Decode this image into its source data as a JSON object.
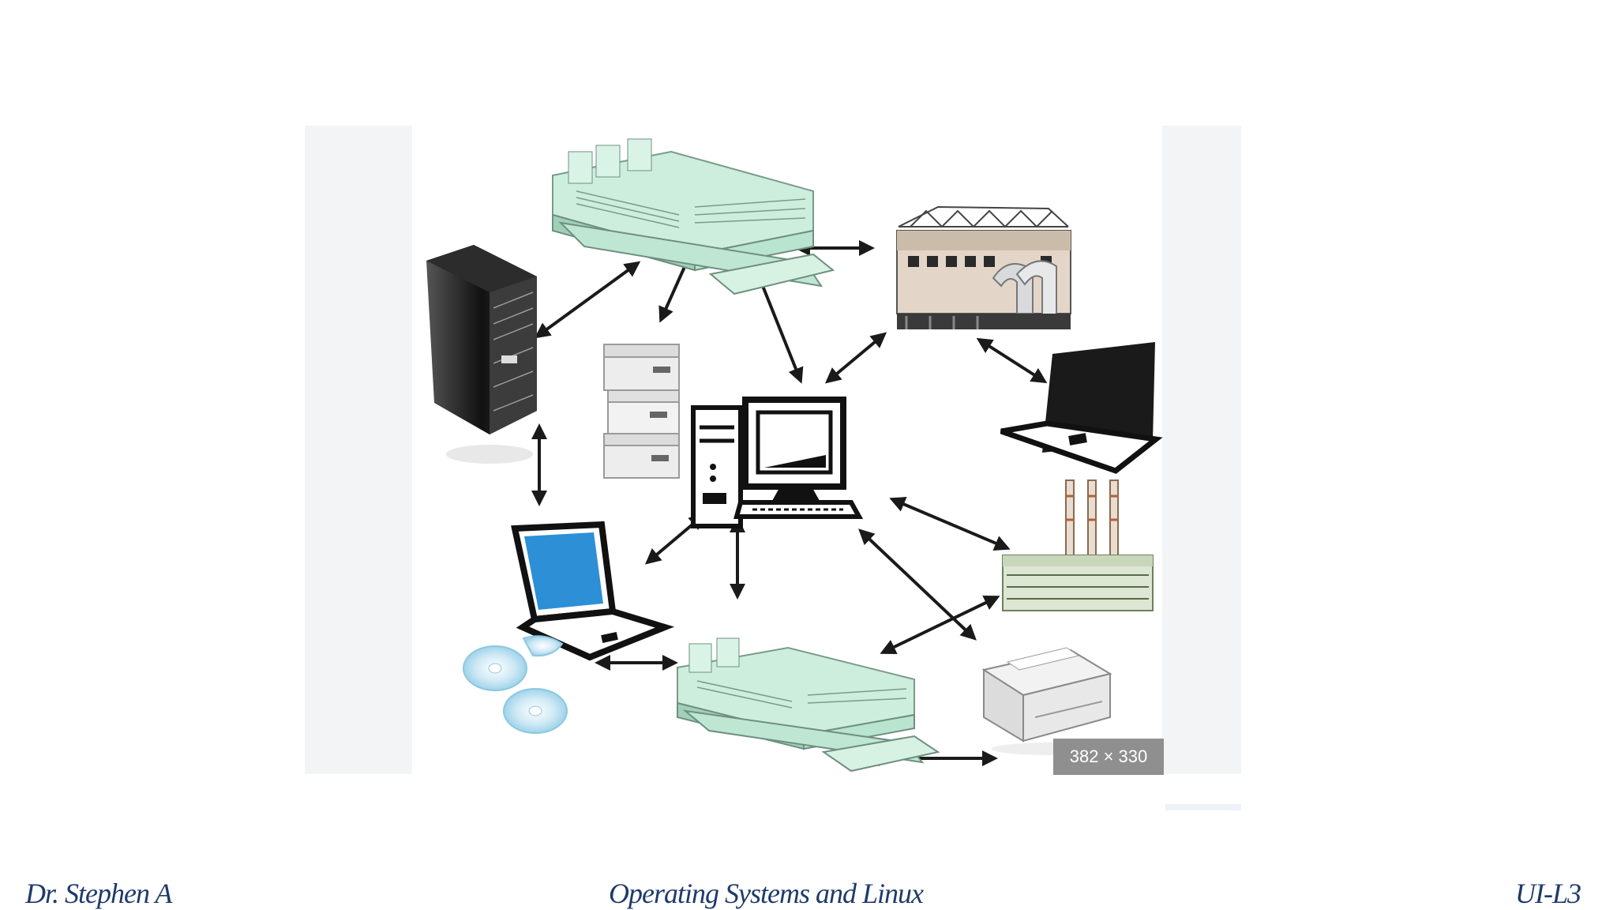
{
  "image_badge": {
    "dimensions": "382 × 330"
  },
  "footer": {
    "author": "Dr. Stephen A",
    "course": "Operating Systems and Linux",
    "code": "UI-L3"
  },
  "colors": {
    "footer_text": "#1f3a6b",
    "building": "#b9e4cf",
    "laptop_screen": "#2d8fd6",
    "arrow": "#1a1a1a"
  },
  "nodes": [
    {
      "name": "top-building",
      "icon": "office-building-icon"
    },
    {
      "name": "factory",
      "icon": "factory-icon"
    },
    {
      "name": "server-tower",
      "icon": "server-tower-icon"
    },
    {
      "name": "file-boxes",
      "icon": "file-boxes-icon"
    },
    {
      "name": "central-computer",
      "icon": "desktop-computer-icon"
    },
    {
      "name": "laptop-right",
      "icon": "laptop-icon"
    },
    {
      "name": "power-plant",
      "icon": "power-plant-icon"
    },
    {
      "name": "laptop-left",
      "icon": "laptop-icon"
    },
    {
      "name": "cds",
      "icon": "cd-icon"
    },
    {
      "name": "bottom-building",
      "icon": "office-building-icon"
    },
    {
      "name": "printer",
      "icon": "printer-icon"
    }
  ]
}
